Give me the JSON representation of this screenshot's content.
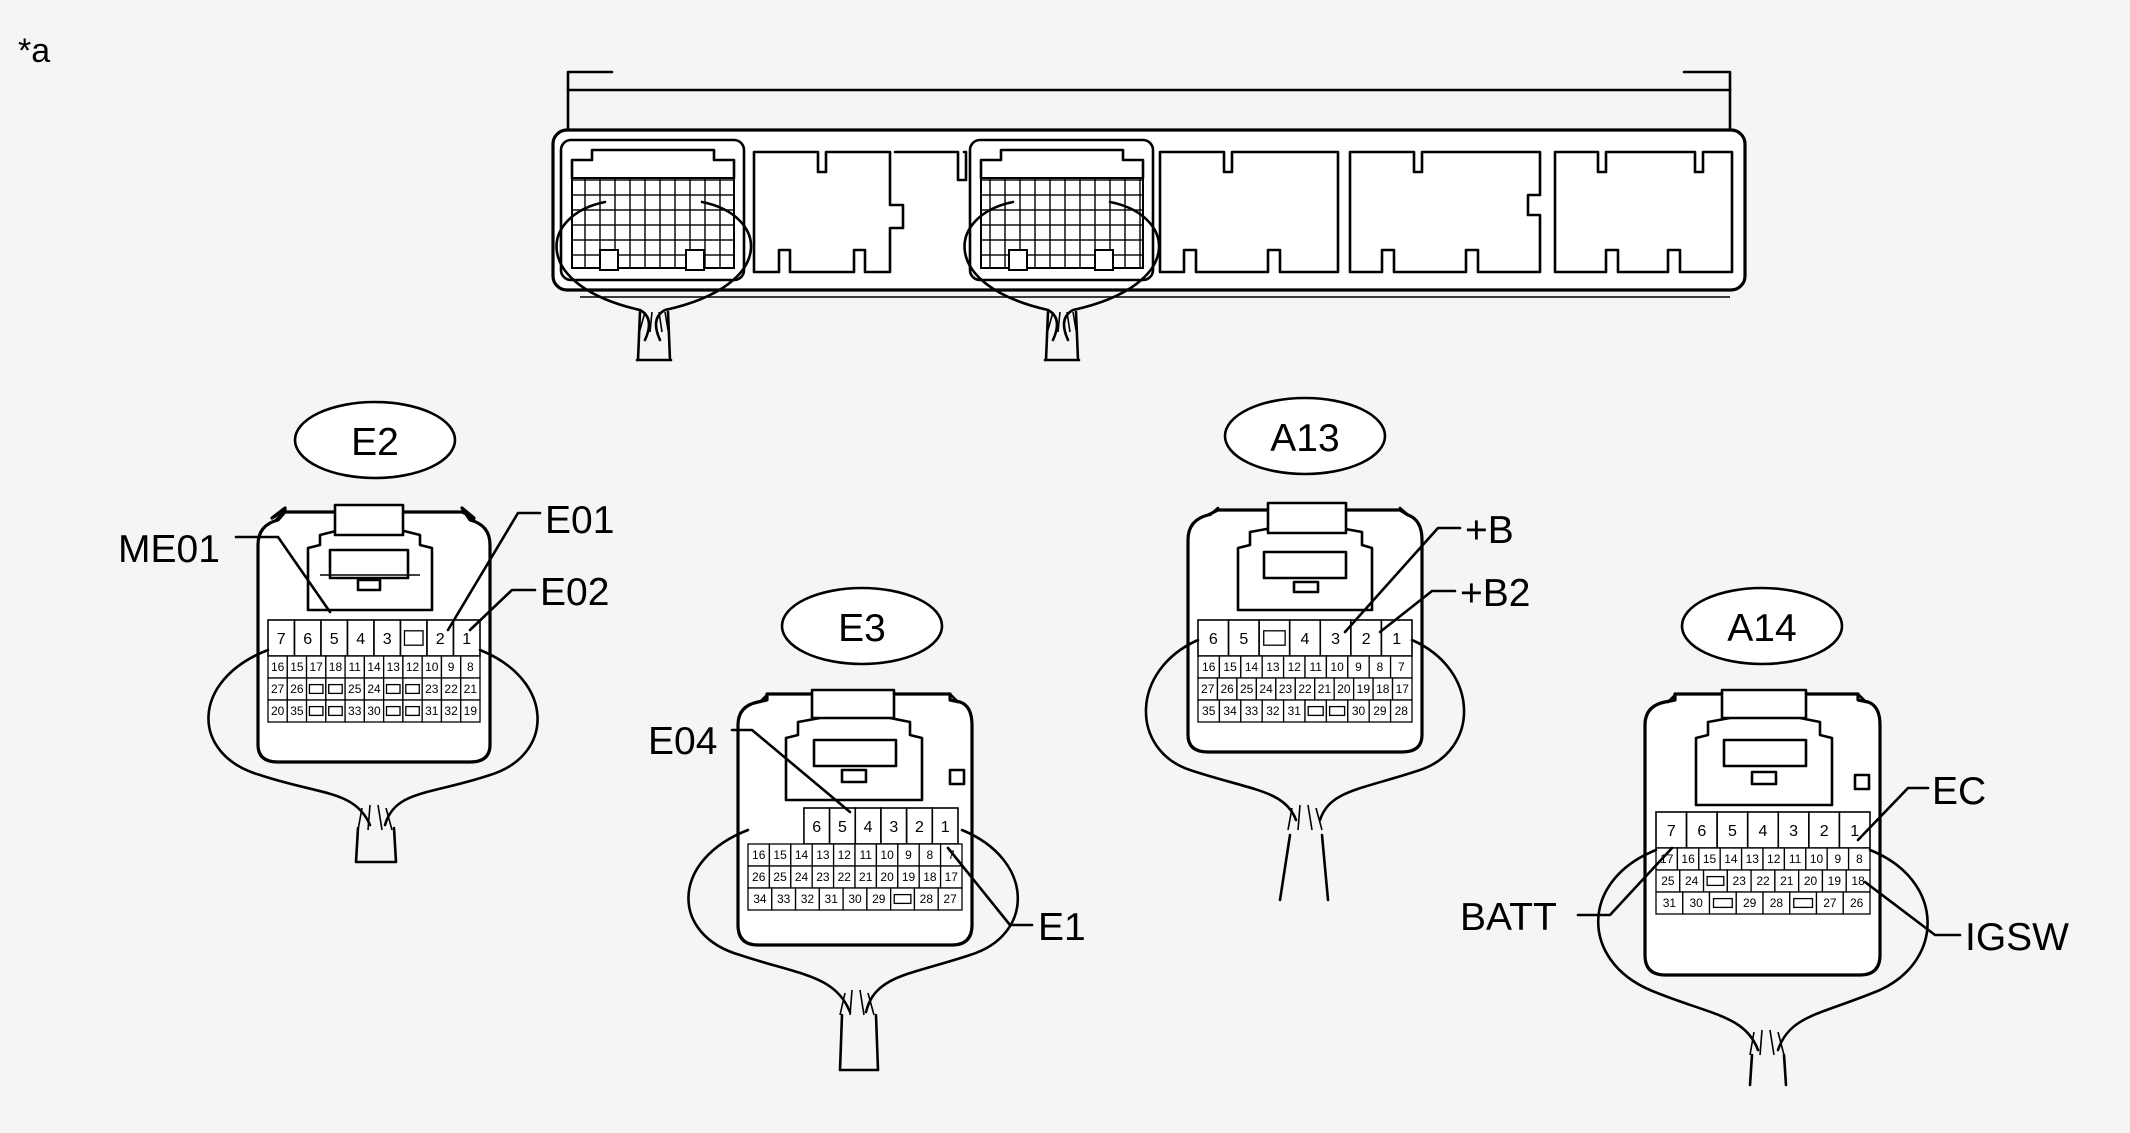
{
  "figure_note": "*a",
  "connectors": {
    "e2": {
      "name": "E2",
      "row1": [
        "7",
        "6",
        "5",
        "4",
        "3",
        "",
        "2",
        "1"
      ],
      "row2": [
        "16",
        "15",
        "17",
        "18",
        "11",
        "14",
        "13",
        "12",
        "10",
        "9",
        "8"
      ],
      "row3": [
        "27",
        "26",
        "",
        "",
        "25",
        "24",
        "",
        "",
        "23",
        "22",
        "21"
      ],
      "row4": [
        "20",
        "35",
        "",
        "",
        "33",
        "30",
        "",
        "",
        "31",
        "32",
        "19"
      ]
    },
    "e3": {
      "name": "E3",
      "row1": [
        "6",
        "5",
        "4",
        "3",
        "2",
        "1"
      ],
      "row2": [
        "16",
        "15",
        "14",
        "13",
        "12",
        "11",
        "10",
        "9",
        "8",
        "7"
      ],
      "row3": [
        "26",
        "25",
        "24",
        "23",
        "22",
        "21",
        "20",
        "19",
        "18",
        "17"
      ],
      "row4": [
        "34",
        "33",
        "32",
        "31",
        "30",
        "29",
        "",
        "28",
        "27"
      ]
    },
    "a13": {
      "name": "A13",
      "row1": [
        "6",
        "5",
        "",
        "4",
        "3",
        "2",
        "1"
      ],
      "row2": [
        "16",
        "15",
        "14",
        "13",
        "12",
        "11",
        "10",
        "9",
        "8",
        "7"
      ],
      "row3": [
        "27",
        "26",
        "25",
        "24",
        "23",
        "22",
        "21",
        "20",
        "19",
        "18",
        "17"
      ],
      "row4": [
        "35",
        "34",
        "33",
        "32",
        "31",
        "",
        "",
        "30",
        "29",
        "28"
      ]
    },
    "a14": {
      "name": "A14",
      "row1": [
        "7",
        "6",
        "5",
        "4",
        "3",
        "2",
        "1"
      ],
      "row2": [
        "17",
        "16",
        "15",
        "14",
        "13",
        "12",
        "11",
        "10",
        "9",
        "8"
      ],
      "row3": [
        "25",
        "24",
        "",
        "23",
        "22",
        "21",
        "20",
        "19",
        "18"
      ],
      "row4": [
        "31",
        "30",
        "",
        "29",
        "28",
        "",
        "27",
        "26"
      ]
    }
  },
  "labels": {
    "me01": "ME01",
    "e01": "E01",
    "e02": "E02",
    "e04": "E04",
    "e1": "E1",
    "plus_b": "+B",
    "plus_b2": "+B2",
    "ec": "EC",
    "batt": "BATT",
    "igsw": "IGSW"
  }
}
